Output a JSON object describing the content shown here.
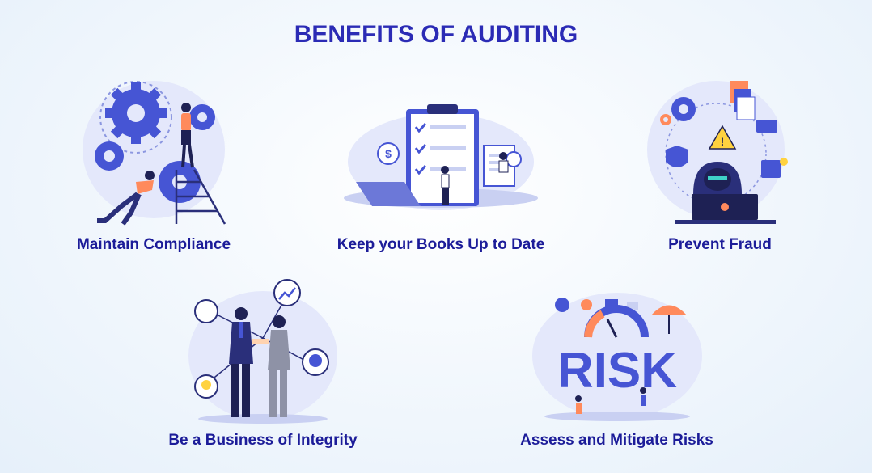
{
  "title": "BENEFITS OF AUDITING",
  "items": [
    {
      "label": "Maintain Compliance",
      "illustration": "gears-teamwork-illustration"
    },
    {
      "label": "Keep your Books Up to Date",
      "illustration": "checklist-books-illustration"
    },
    {
      "label": "Prevent Fraud",
      "illustration": "hacker-fraud-illustration"
    },
    {
      "label": "Be a Business of Integrity",
      "illustration": "handshake-integrity-illustration"
    },
    {
      "label": "Assess and Mitigate Risks",
      "illustration": "risk-assessment-illustration",
      "text_in_art": "RISK"
    }
  ],
  "colors": {
    "title": "#2b2bb5",
    "label": "#1c1c99",
    "primary_blue": "#3f51d6",
    "light_blue": "#d9def8",
    "accent_orange": "#ff8a5c",
    "background": "#f3f8fd"
  }
}
